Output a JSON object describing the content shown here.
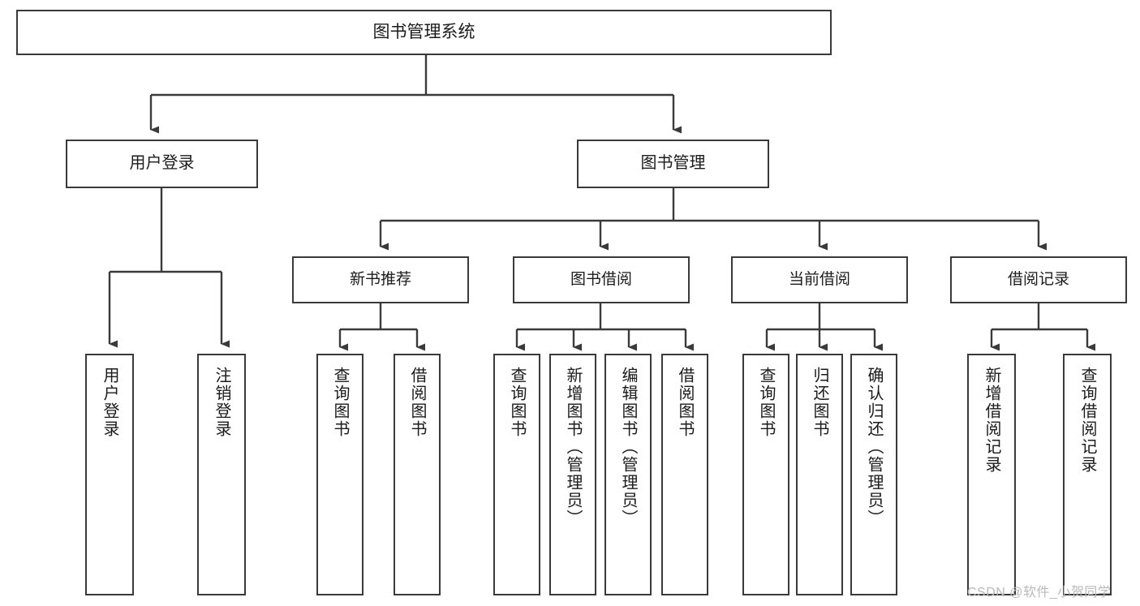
{
  "diagram": {
    "title": "图书管理系统",
    "type": "tree",
    "colors": {
      "stroke": "#3a3a3a",
      "text": "#1b1b1b",
      "background": "#ffffff",
      "watermark": "#b9b9b9"
    },
    "watermark": "CSDN @软件_小贺同学",
    "nodes": {
      "root": {
        "label": "图书管理系统"
      },
      "level2": [
        {
          "id": "user-login",
          "label": "用户登录"
        },
        {
          "id": "book-manage",
          "label": "图书管理"
        }
      ],
      "level3": [
        {
          "id": "new-book-recommend",
          "label": "新书推荐"
        },
        {
          "id": "book-borrow",
          "label": "图书借阅"
        },
        {
          "id": "current-borrow",
          "label": "当前借阅"
        },
        {
          "id": "borrow-record",
          "label": "借阅记录"
        }
      ],
      "leaves": [
        {
          "id": "leaf-user-login",
          "label": "用户登录",
          "parent": "user-login"
        },
        {
          "id": "leaf-logout-login",
          "label": "注销登录",
          "parent": "user-login"
        },
        {
          "id": "leaf-query-book-1",
          "label": "查询图书",
          "parent": "new-book-recommend"
        },
        {
          "id": "leaf-borrow-book-1",
          "label": "借阅图书",
          "parent": "new-book-recommend"
        },
        {
          "id": "leaf-query-book-2",
          "label": "查询图书",
          "parent": "book-borrow"
        },
        {
          "id": "leaf-add-book",
          "label": "新增图书（管理员）",
          "parent": "book-borrow"
        },
        {
          "id": "leaf-edit-book",
          "label": "编辑图书（管理员）",
          "parent": "book-borrow"
        },
        {
          "id": "leaf-borrow-book-2",
          "label": "借阅图书",
          "parent": "book-borrow"
        },
        {
          "id": "leaf-query-book-3",
          "label": "查询图书",
          "parent": "current-borrow"
        },
        {
          "id": "leaf-return-book",
          "label": "归还图书",
          "parent": "current-borrow"
        },
        {
          "id": "leaf-confirm-return",
          "label": "确认归还（管理员）",
          "parent": "current-borrow"
        },
        {
          "id": "leaf-add-record",
          "label": "新增借阅记录",
          "parent": "borrow-record"
        },
        {
          "id": "leaf-query-record",
          "label": "查询借阅记录",
          "parent": "borrow-record"
        }
      ]
    }
  }
}
